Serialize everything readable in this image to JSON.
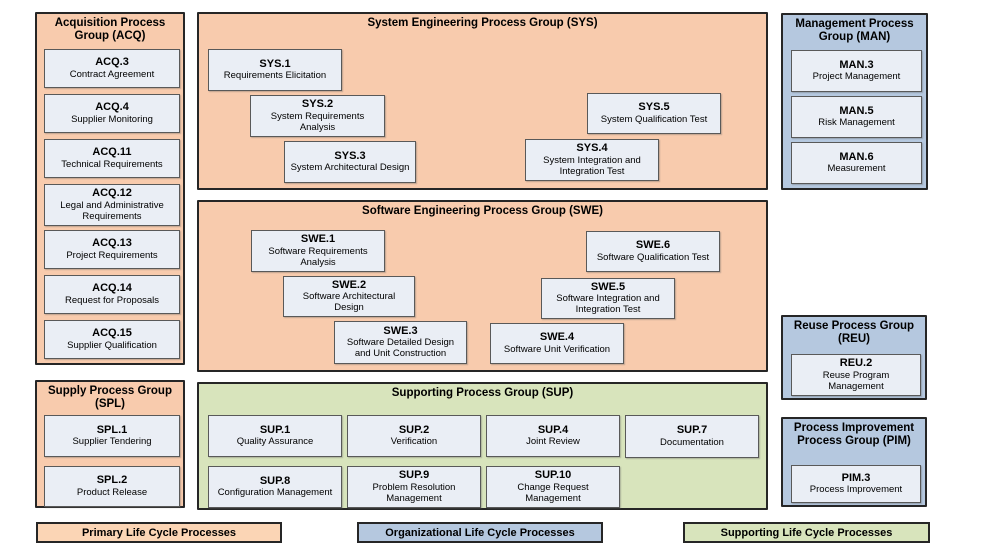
{
  "groups": {
    "acq": {
      "title": "Acquisition Process Group (ACQ)",
      "boxes": [
        {
          "id": "ACQ.3",
          "name": "Contract Agreement"
        },
        {
          "id": "ACQ.4",
          "name": "Supplier Monitoring"
        },
        {
          "id": "ACQ.11",
          "name": "Technical Requirements"
        },
        {
          "id": "ACQ.12",
          "name": "Legal and Administrative Requirements"
        },
        {
          "id": "ACQ.13",
          "name": "Project Requirements"
        },
        {
          "id": "ACQ.14",
          "name": "Request for Proposals"
        },
        {
          "id": "ACQ.15",
          "name": "Supplier Qualification"
        }
      ]
    },
    "spl": {
      "title": "Supply Process Group (SPL)",
      "boxes": [
        {
          "id": "SPL.1",
          "name": "Supplier Tendering"
        },
        {
          "id": "SPL.2",
          "name": "Product Release"
        }
      ]
    },
    "sys": {
      "title": "System Engineering Process Group (SYS)",
      "boxes": [
        {
          "id": "SYS.1",
          "name": "Requirements Elicitation"
        },
        {
          "id": "SYS.2",
          "name": "System Requirements Analysis"
        },
        {
          "id": "SYS.3",
          "name": "System Architectural Design"
        },
        {
          "id": "SYS.4",
          "name": "System Integration and Integration Test"
        },
        {
          "id": "SYS.5",
          "name": "System Qualification Test"
        }
      ]
    },
    "swe": {
      "title": "Software Engineering Process Group (SWE)",
      "boxes": [
        {
          "id": "SWE.1",
          "name": "Software Requirements Analysis"
        },
        {
          "id": "SWE.2",
          "name": "Software Architectural Design"
        },
        {
          "id": "SWE.3",
          "name": "Software Detailed Design and Unit Construction"
        },
        {
          "id": "SWE.4",
          "name": "Software Unit Verification"
        },
        {
          "id": "SWE.5",
          "name": "Software Integration and Integration Test"
        },
        {
          "id": "SWE.6",
          "name": "Software Qualification Test"
        }
      ]
    },
    "sup": {
      "title": "Supporting Process Group (SUP)",
      "boxes": [
        {
          "id": "SUP.1",
          "name": "Quality Assurance"
        },
        {
          "id": "SUP.2",
          "name": "Verification"
        },
        {
          "id": "SUP.4",
          "name": "Joint Review"
        },
        {
          "id": "SUP.7",
          "name": "Documentation"
        },
        {
          "id": "SUP.8",
          "name": "Configuration Management"
        },
        {
          "id": "SUP.9",
          "name": "Problem Resolution Management"
        },
        {
          "id": "SUP.10",
          "name": "Change Request Management"
        }
      ]
    },
    "man": {
      "title": "Management Process Group (MAN)",
      "boxes": [
        {
          "id": "MAN.3",
          "name": "Project Management"
        },
        {
          "id": "MAN.5",
          "name": "Risk Management"
        },
        {
          "id": "MAN.6",
          "name": "Measurement"
        }
      ]
    },
    "reu": {
      "title": "Reuse Process Group (REU)",
      "boxes": [
        {
          "id": "REU.2",
          "name": "Reuse Program Management"
        }
      ]
    },
    "pim": {
      "title": "Process Improvement Process Group (PIM)",
      "boxes": [
        {
          "id": "PIM.3",
          "name": "Process Improvement"
        }
      ]
    }
  },
  "legend": [
    {
      "label": "Primary Life Cycle Processes",
      "color": "#FBD5B5"
    },
    {
      "label": "Organizational Life Cycle Processes",
      "color": "#B5C8DF"
    },
    {
      "label": "Supporting Life Cycle Processes",
      "color": "#D8E4BC"
    }
  ],
  "colors": {
    "primary_group_fill": "#F8CBAD",
    "organizational_group_fill": "#B5C8DF",
    "supporting_group_fill": "#D8E4BC",
    "process_box_fill": "#EAEEF5",
    "group_border": "#262626",
    "process_box_border": "#595959"
  }
}
